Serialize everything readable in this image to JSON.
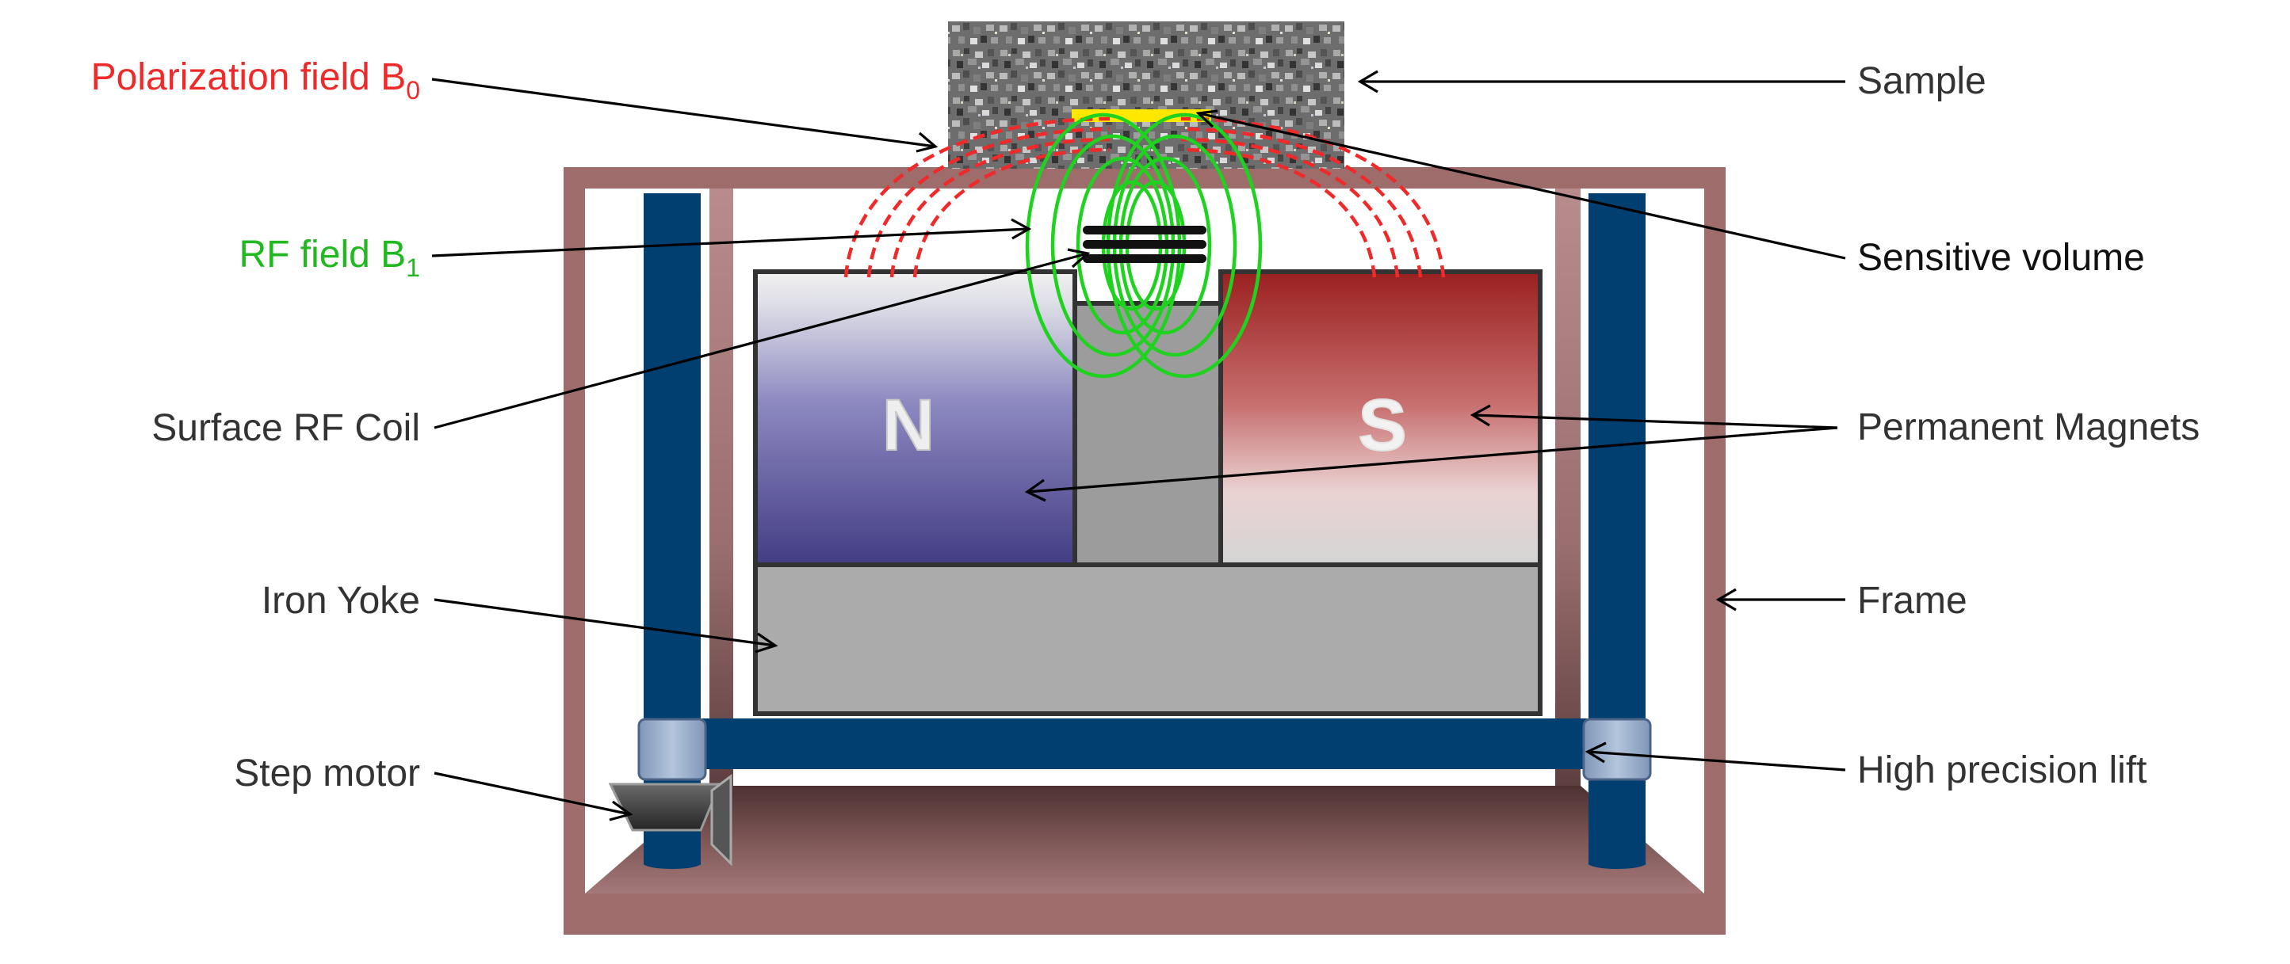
{
  "labels": {
    "polarization_field": "Polarization field B",
    "polarization_sub": "0",
    "rf_field": "RF field B",
    "rf_sub": "1",
    "surface_rf_coil": "Surface RF Coil",
    "iron_yoke": "Iron Yoke",
    "step_motor": "Step motor",
    "sample": "Sample",
    "sensitive_volume": "Sensitive volume",
    "permanent_magnets": "Permanent Magnets",
    "frame": "Frame",
    "high_precision_lift": "High precision lift"
  },
  "magnets": {
    "north": "N",
    "south": "S"
  },
  "colors": {
    "polarization_label": "#ee2a2a",
    "rf_label": "#22b822",
    "b0_field_lines": "#ee2a2a",
    "b1_field_lines": "#1fd21f",
    "frame": "#9c6b6a",
    "lift_columns": "#013f71",
    "north_magnet": "#443e85",
    "south_magnet": "#9b2222",
    "iron_yoke": "#ababab",
    "sensitive_volume": "#ffe800",
    "text": "#333333"
  }
}
